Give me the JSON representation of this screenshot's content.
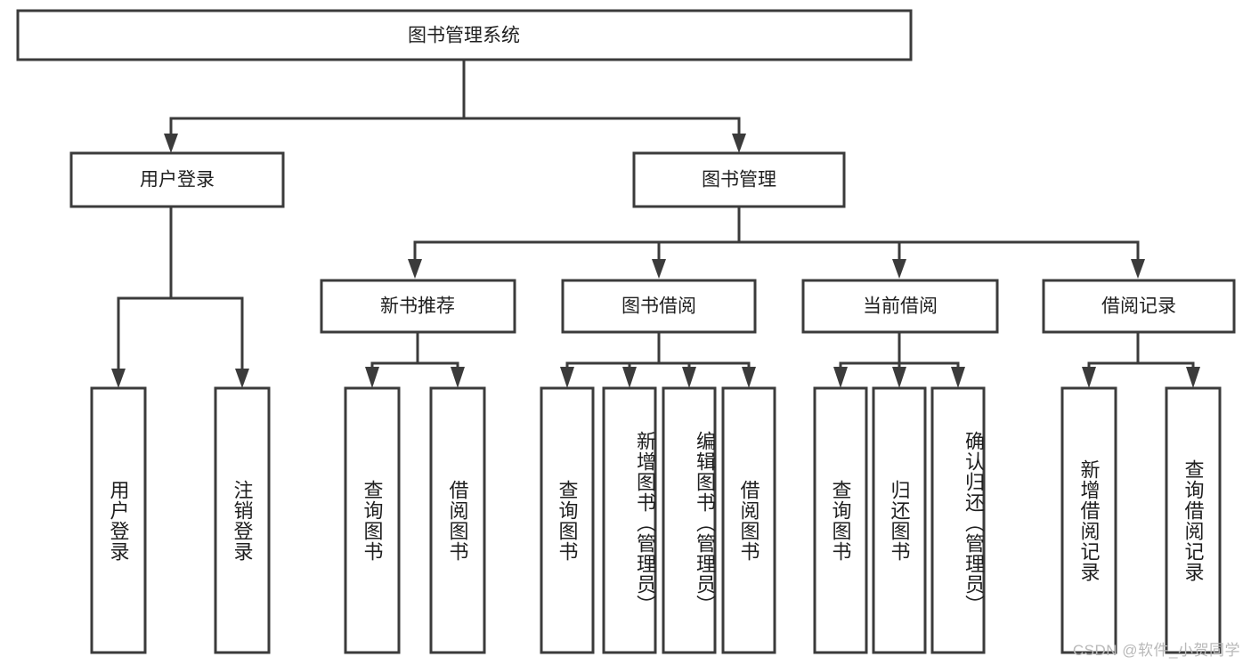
{
  "diagram": {
    "title": "图书管理系统",
    "watermark": "CSDN @软件_小贺同学",
    "colors": {
      "stroke": "#3b3b3b",
      "fill": "#ffffff",
      "text": "#1f1f1f",
      "watermark": "#b9b9b9"
    },
    "root": {
      "label": "图书管理系统"
    },
    "level2": [
      {
        "label": "用户登录"
      },
      {
        "label": "图书管理"
      }
    ],
    "level3": [
      {
        "label": "新书推荐"
      },
      {
        "label": "图书借阅"
      },
      {
        "label": "当前借阅"
      },
      {
        "label": "借阅记录"
      }
    ],
    "leaves": {
      "user_login": [
        {
          "label": "用户登录"
        },
        {
          "label": "注销登录"
        }
      ],
      "new_books": [
        {
          "label": "查询图书"
        },
        {
          "label": "借阅图书"
        }
      ],
      "book_borrow": [
        {
          "label": "查询图书"
        },
        {
          "label": "新增图书（管理员）"
        },
        {
          "label": "编辑图书（管理员）"
        },
        {
          "label": "借阅图书"
        }
      ],
      "current_borrow": [
        {
          "label": "查询图书"
        },
        {
          "label": "归还图书"
        },
        {
          "label": "确认归还（管理员）"
        }
      ],
      "borrow_records": [
        {
          "label": "新增借阅记录"
        },
        {
          "label": "查询借阅记录"
        }
      ]
    }
  }
}
